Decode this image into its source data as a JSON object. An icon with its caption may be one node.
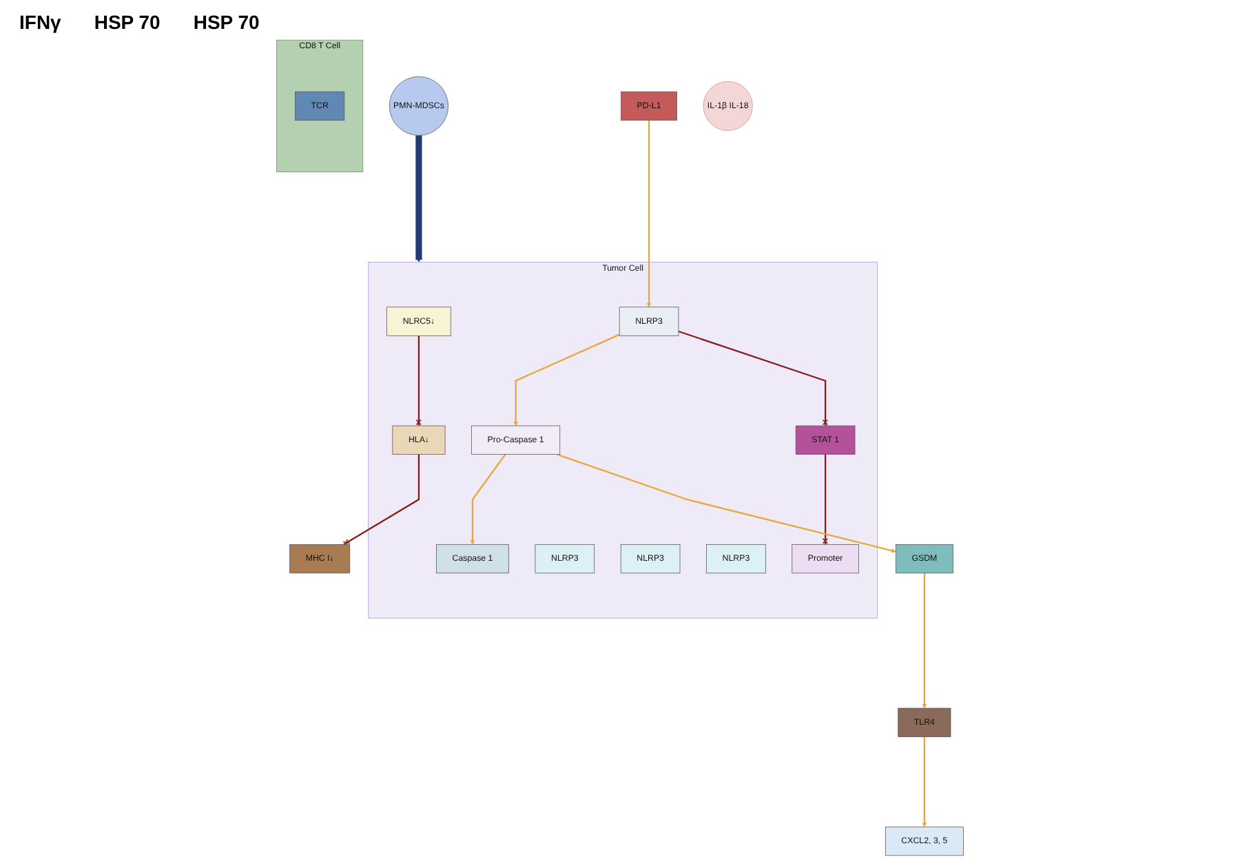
{
  "diagram": {
    "nodes": [
      {
        "text": [
          "Tumor Cell"
        ]
      },
      {
        "text": [
          "PMN-MDSCs"
        ]
      },
      {
        "text": [
          "CXCL2, 3, 5"
        ]
      },
      {
        "text": [
          "CD8 T Cell"
        ]
      },
      {
        "text": [
          "TCR"
        ],
        "in": 3
      },
      {
        "text": [
          "PD-L1"
        ]
      },
      {
        "text": [
          "NLRP3"
        ],
        "in": 0
      },
      {
        "text": [
          "TLR4"
        ]
      },
      {
        "text": [
          "Caspase 1"
        ],
        "in": 0
      },
      {
        "text": [
          "Pro-Caspase 1"
        ],
        "in": 0
      },
      {
        "text": [
          "STAT 1"
        ],
        "in": 0
      },
      {
        "text": [
          "IL-1β IL-18"
        ]
      },
      {
        "text": [
          "GSDM"
        ]
      },
      {
        "text": [
          "Promoter"
        ],
        "in": 0
      },
      {
        "text": [
          "NLRC5↓"
        ],
        "in": 0
      },
      {
        "text": [
          "HLA↓"
        ],
        "in": 0
      },
      {
        "text": [
          "MHC I↓"
        ]
      },
      {
        "text": [
          "NLRP3"
        ],
        "in": 0
      },
      {
        "text": [
          "NLRP3"
        ],
        "in": 0
      },
      {
        "text": [
          "NLRP3"
        ],
        "in": 0
      }
    ],
    "edges": [
      {
        "from": 1,
        "to": 0,
        "arrow": "to",
        "style": "thick",
        "color": "#223a78"
      },
      {
        "from": 5,
        "to": 6,
        "arrow": "to"
      },
      {
        "from": 6,
        "to": 9,
        "arrow": "to"
      },
      {
        "from": 9,
        "to": 8,
        "arrow": "to"
      },
      {
        "from": 6,
        "to": 10,
        "arrow": "other",
        "color": "#8b1a1a"
      },
      {
        "from": 10,
        "to": 13,
        "arrow": "other",
        "color": "#8b1a1a"
      },
      {
        "from": 14,
        "to": 15,
        "arrow": "other",
        "color": "#8b1a1a"
      },
      {
        "from": 15,
        "to": 16,
        "arrow": "other",
        "color": "#8b1a1a"
      },
      {
        "from": 9,
        "to": 12,
        "arrow": "to"
      },
      {
        "from": 12,
        "to": 7,
        "arrow": "to"
      },
      {
        "from": 7,
        "to": 2,
        "arrow": "to"
      }
    ],
    "labels": [
      "IFNγ",
      "HSP 70",
      "HSP 70"
    ]
  }
}
